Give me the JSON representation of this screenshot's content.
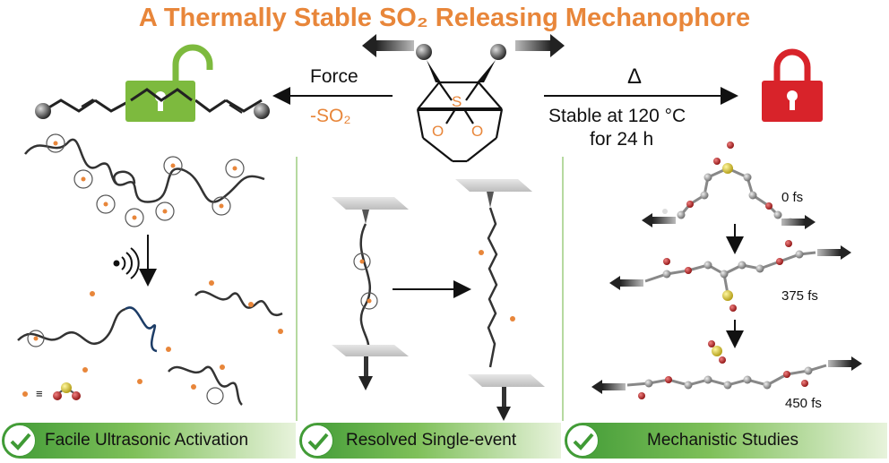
{
  "title": "A Thermally Stable SO₂ Releasing Mechanophore",
  "force_label": "Force",
  "so2_label": "-SO₂",
  "heat_label": "Δ",
  "stable_line1": "Stable at 120 °C",
  "stable_line2": "for 24 h",
  "molecule_atoms": {
    "sulfur": "S",
    "oxygen1": "O",
    "oxygen2": "O"
  },
  "timepoints": [
    "0 fs",
    "375 fs",
    "450 fs"
  ],
  "equiv_symbol": "≡",
  "sections": [
    {
      "label": "Facile Ultrasonic Activation"
    },
    {
      "label": "Resolved Single-event"
    },
    {
      "label": "Mechanistic Studies"
    }
  ],
  "colors": {
    "accent_orange": "#e8863a",
    "unlock_green": "#7dba3e",
    "lock_red": "#d8232a",
    "banner_green": "#3f9a35",
    "chain_dark": "#333333",
    "chain_blue": "#1c3c66",
    "sulfur_yellow": "#d9c22b",
    "oxygen_red": "#b3272a"
  },
  "icons": [
    "unlocked-padlock-icon",
    "locked-padlock-icon",
    "ultrasound-waves-icon",
    "checkmark-icon"
  ]
}
